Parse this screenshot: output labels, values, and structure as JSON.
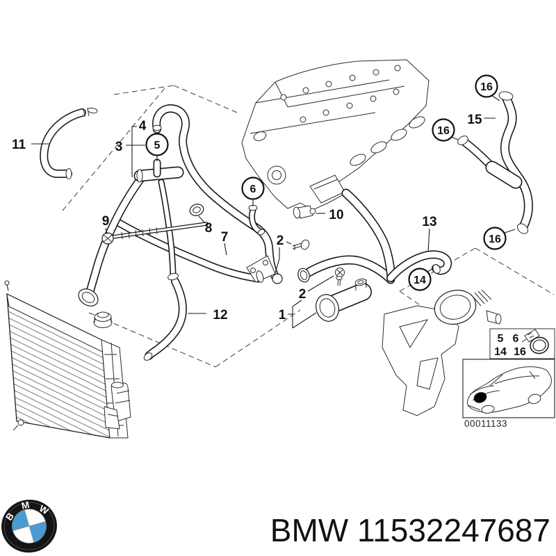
{
  "colors": {
    "line": "#1a1a1a",
    "logo_blue": "#4a9bd0",
    "logo_dark": "#141414",
    "background": "#ffffff"
  },
  "diagram": {
    "plain_labels": [
      "11",
      "4",
      "3",
      "9",
      "8",
      "7",
      "2",
      "10",
      "2",
      "1",
      "12",
      "13",
      "15"
    ],
    "circled_labels": [
      "5",
      "6",
      "16",
      "16",
      "16",
      "14"
    ],
    "legend": {
      "items": [
        "5",
        "6",
        "14",
        "16"
      ]
    },
    "car": {
      "code": "00011133"
    }
  },
  "brand": {
    "letters": [
      "B",
      "M",
      "W"
    ],
    "caption": "BMW 11532247687"
  }
}
